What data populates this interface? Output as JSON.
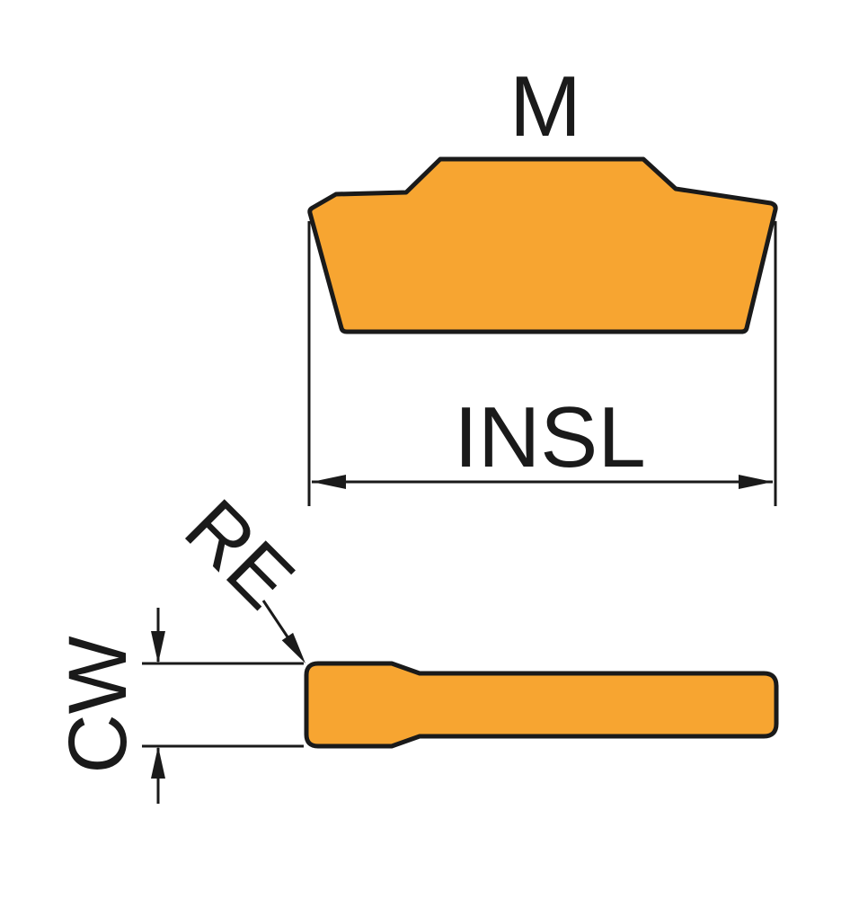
{
  "diagram": {
    "labels": {
      "top_marker": "M",
      "insert_length": "INSL",
      "corner_radius": "RE",
      "cutting_width": "CW"
    },
    "colors": {
      "insert_fill": "#F7A531",
      "line": "#1A1A1A",
      "background": "#FFFFFF"
    }
  }
}
